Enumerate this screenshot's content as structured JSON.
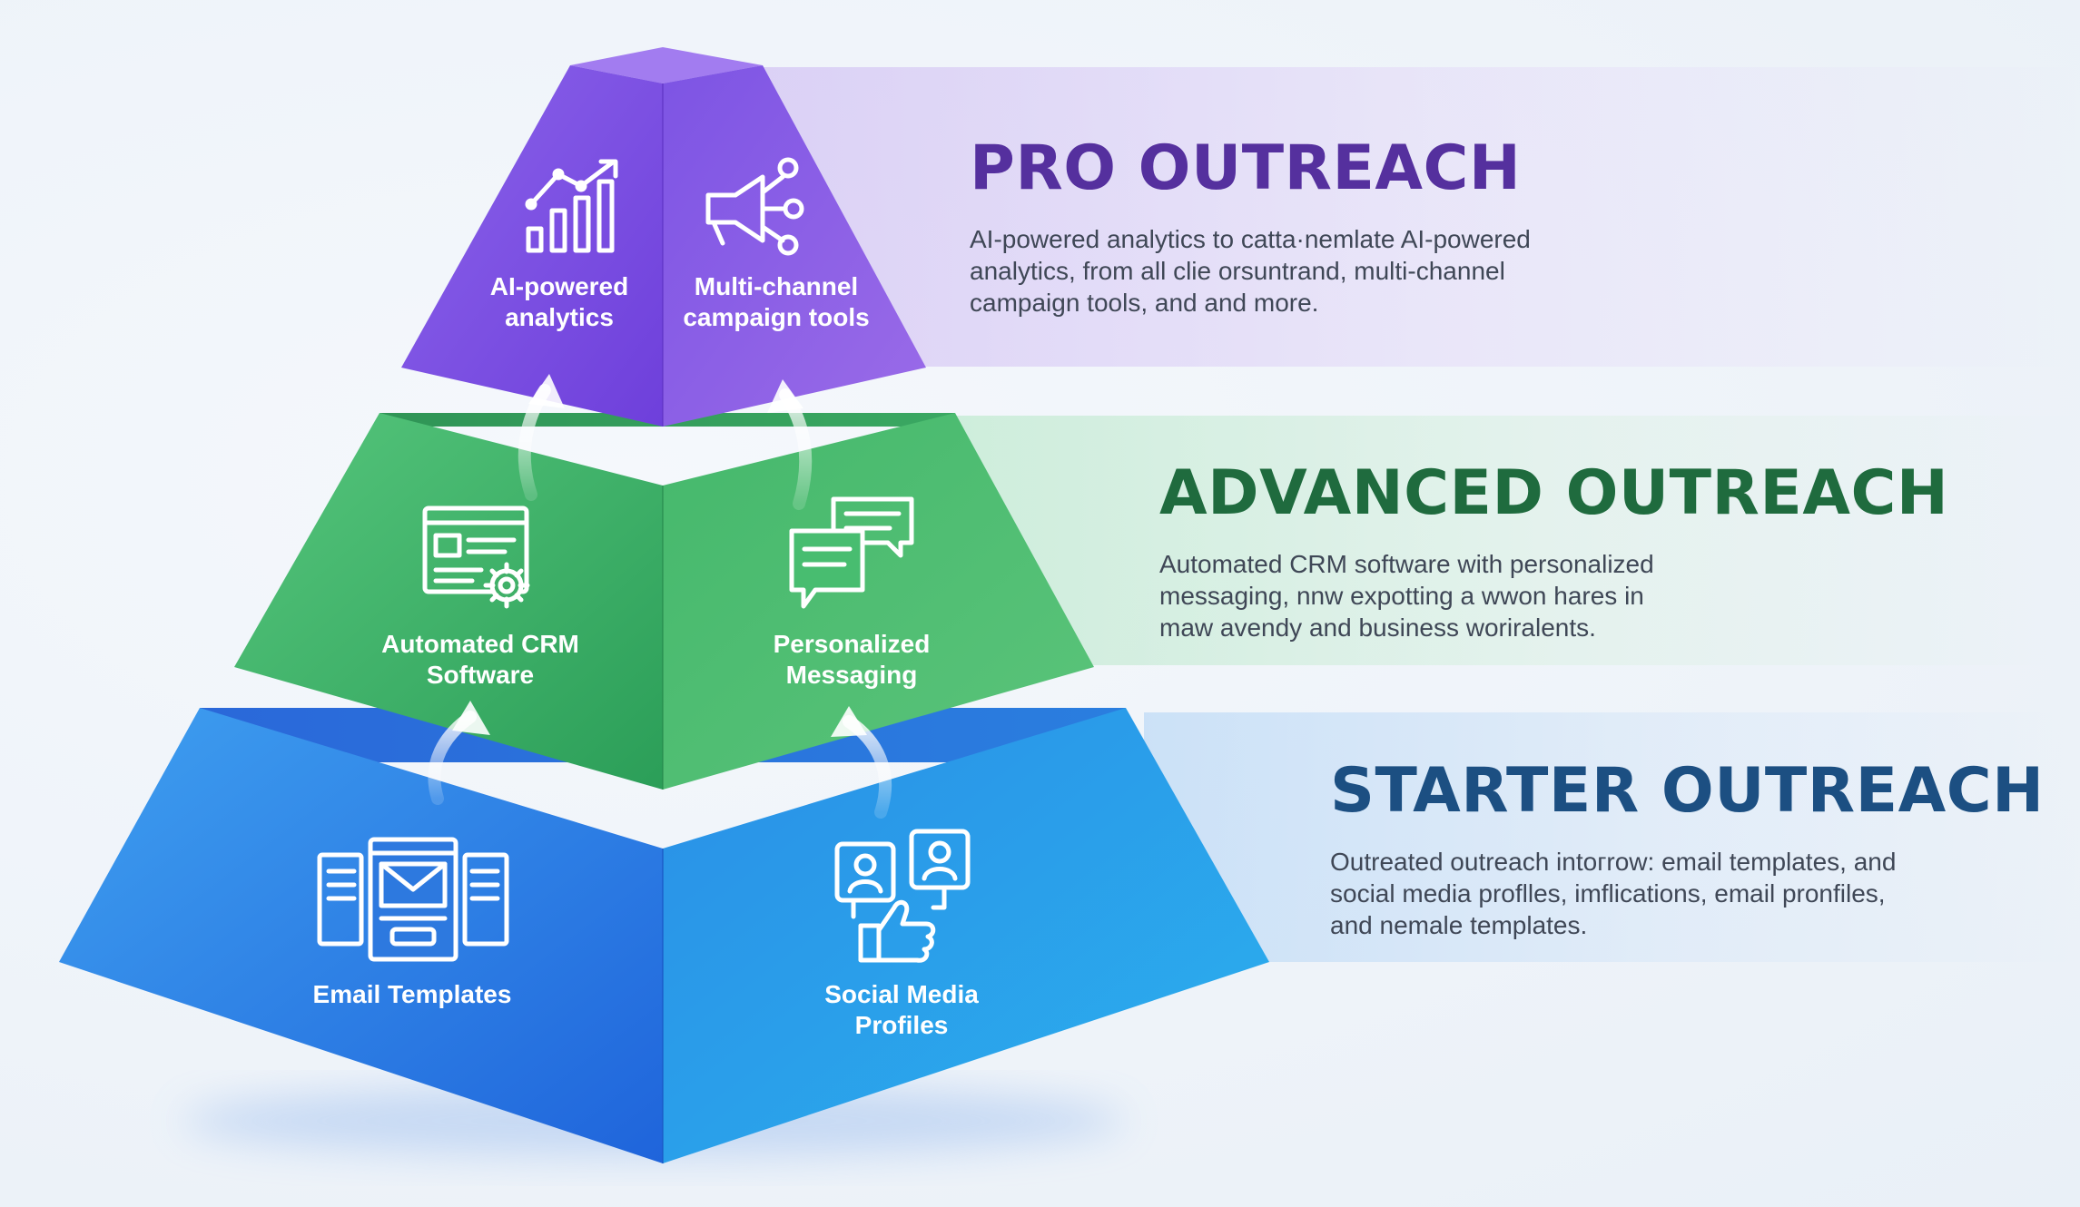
{
  "tiers": {
    "pro": {
      "title": "PRO OUTREACH",
      "description_lines": [
        "AI-powered analytics to catta·nemlate AI-powered",
        "analytics, from all clie orsuntrand, multi-channel",
        "campaign tools, and and more."
      ],
      "blocks": [
        {
          "label_lines": [
            "AI-powered",
            "analytics"
          ],
          "icon": "bar-chart-trend-icon"
        },
        {
          "label_lines": [
            "Multi-channel",
            "campaign tools"
          ],
          "icon": "megaphone-network-icon"
        }
      ],
      "color": "#8a5ae6"
    },
    "advanced": {
      "title": "ADVANCED OUTREACH",
      "description_lines": [
        "Automated CRM software with personalized",
        "messaging, nnw expotting a wwon hares in",
        "maw avendy and business woriralents."
      ],
      "blocks": [
        {
          "label_lines": [
            "Automated CRM",
            "Software"
          ],
          "icon": "crm-window-gear-icon"
        },
        {
          "label_lines": [
            "Personalized",
            "Messaging"
          ],
          "icon": "chat-bubbles-icon"
        }
      ],
      "color": "#3fb86a"
    },
    "starter": {
      "title": "STARTER OUTREACH",
      "description_lines": [
        "Outreated outreach intoᴦrow: email templates, and",
        "social media proflles, imflications, email pronfiles,",
        "and nemale templates."
      ],
      "blocks": [
        {
          "label_lines": [
            "Email Templates"
          ],
          "icon": "email-template-icon"
        },
        {
          "label_lines": [
            "Social Media",
            "Profiles"
          ],
          "icon": "social-profiles-like-icon"
        }
      ],
      "color": "#2a8be8"
    }
  }
}
